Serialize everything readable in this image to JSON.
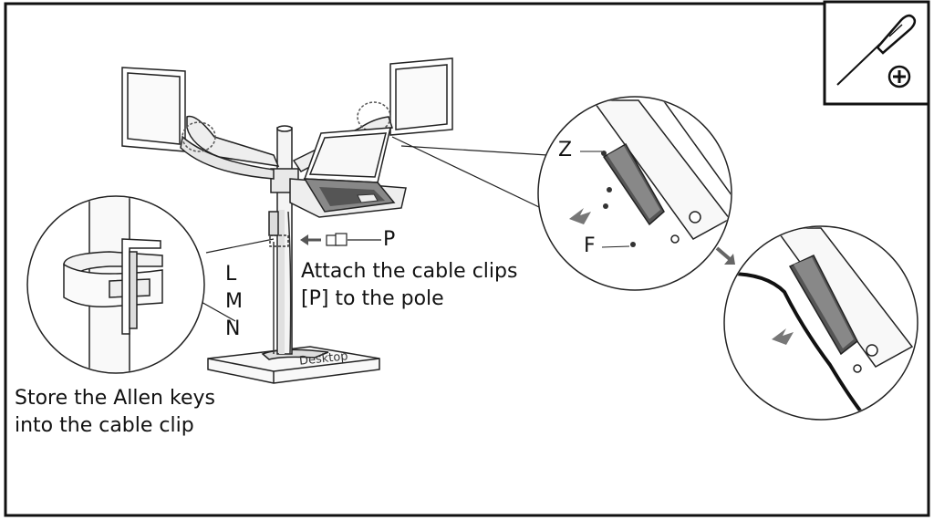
{
  "captions": {
    "store": [
      "Store the Allen keys",
      "into the cable clip"
    ],
    "attach": [
      "Attach the cable clips",
      "[P] to the pole"
    ]
  },
  "labels": {
    "L": "L",
    "M": "M",
    "N": "N",
    "P": "P",
    "Z": "Z",
    "F": "F",
    "desktop": "Desktop"
  },
  "tool": {
    "icon": "screwdriver-icon",
    "bit": "phillips-plus-icon",
    "symbol": "⊕"
  },
  "colors": {
    "ink": "#111111",
    "line": "#222222",
    "fill": "#f4f4f4",
    "grey": "#777777"
  }
}
